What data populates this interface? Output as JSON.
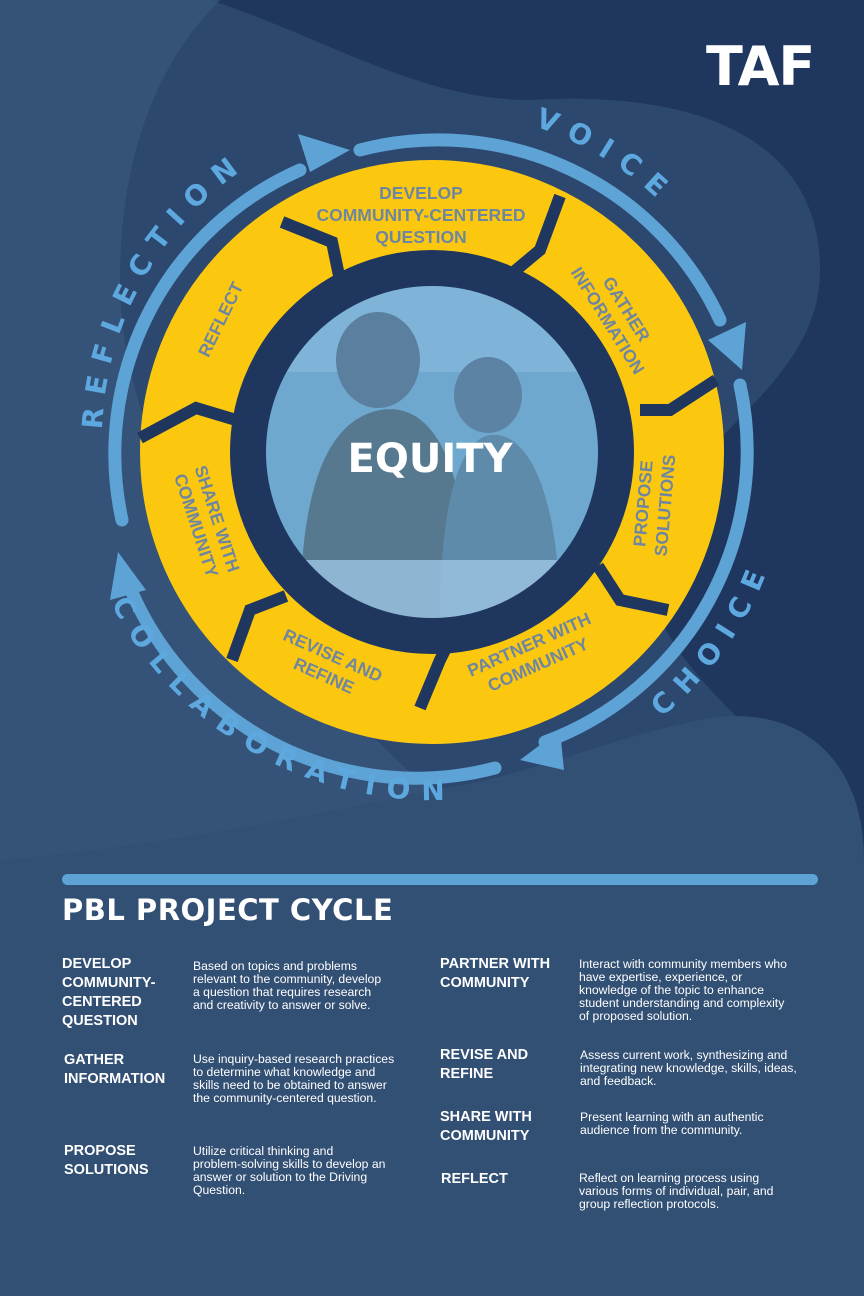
{
  "logo": "TAF",
  "cycle": {
    "center_label": "EQUITY",
    "stages": [
      {
        "key": "develop",
        "label": "DEVELOP\nCOMMUNITY-CENTERED\nQUESTION"
      },
      {
        "key": "gather",
        "label": "GATHER\nINFORMATION"
      },
      {
        "key": "propose",
        "label": "PROPOSE\nSOLUTIONS"
      },
      {
        "key": "partner",
        "label": "PARTNER WITH\nCOMMUNITY"
      },
      {
        "key": "revise",
        "label": "REVISE AND\nREFINE"
      },
      {
        "key": "share",
        "label": "SHARE WITH\nCOMMUNITY"
      },
      {
        "key": "reflect",
        "label": "REFLECT"
      }
    ],
    "outer_labels": {
      "voice": "VOICE",
      "choice": "CHOICE",
      "collaboration": "COLLABORATION",
      "reflection": "REFLECTION"
    }
  },
  "section": {
    "title": "PBL PROJECT CYCLE",
    "items": [
      {
        "term": "DEVELOP\nCOMMUNITY-\nCENTERED\nQUESTION",
        "desc": "Based on topics and problems\nrelevant to the community, develop\na question that requires research\nand creativity to answer or solve."
      },
      {
        "term": "GATHER\nINFORMATION",
        "desc": "Use inquiry-based research practices\nto determine what knowledge and\nskills need to be obtained to answer\nthe community-centered question."
      },
      {
        "term": "PROPOSE\nSOLUTIONS",
        "desc": "Utilize critical thinking and\nproblem-solving skills to develop an\nanswer or solution to the Driving\nQuestion."
      },
      {
        "term": "PARTNER WITH\nCOMMUNITY",
        "desc": "Interact with community members who\nhave expertise, experience, or\nknowledge of the topic to enhance\nstudent understanding and complexity\nof proposed solution."
      },
      {
        "term": "REVISE AND\nREFINE",
        "desc": "Assess current work, synthesizing and\nintegrating new knowledge, skills, ideas,\nand feedback."
      },
      {
        "term": "SHARE WITH\nCOMMUNITY",
        "desc": "Present learning with an authentic\naudience from the community."
      },
      {
        "term": "REFLECT",
        "desc": "Reflect on learning process using\nvarious forms of individual, pair, and\ngroup reflection protocols."
      }
    ]
  },
  "colors": {
    "background": "#324f74",
    "dark_shape": "#1f375f",
    "light_blob": "#38577c",
    "ring_blue": "#5ea3d6",
    "segment_yellow": "#fbc80f",
    "segment_text": "#6e86a0",
    "outer_label": "#5ea8e0",
    "white": "#ffffff"
  }
}
